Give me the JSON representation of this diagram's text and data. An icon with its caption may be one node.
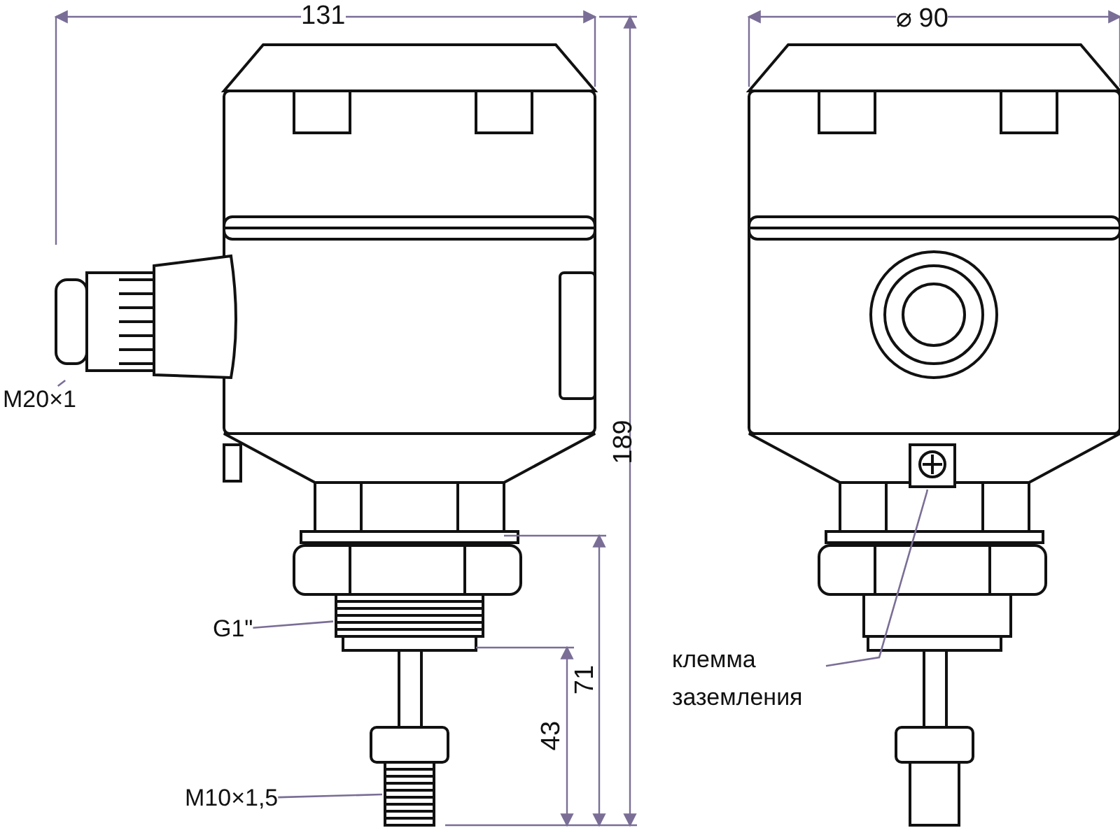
{
  "diagram": {
    "nodes": [
      {
        "text": [
          "M20×1"
        ]
      },
      {
        "text": [],
        "shape": "picture"
      },
      {
        "text": [
          "G1\""
        ]
      },
      {
        "text": [],
        "shape": "picture"
      },
      {
        "text": [
          "M10×1,5"
        ]
      },
      {
        "text": [],
        "shape": "picture"
      },
      {
        "text": [
          "клемма заземления"
        ]
      },
      {
        "text": [],
        "shape": "picture"
      }
    ],
    "edges": [
      {
        "from": 0,
        "to": 1,
        "arrow": "none"
      },
      {
        "from": 2,
        "to": 3,
        "arrow": "none"
      },
      {
        "from": 4,
        "to": 5,
        "arrow": "none"
      },
      {
        "from": 6,
        "to": 7,
        "arrow": "none"
      }
    ],
    "labels": [
      "131",
      "⌀ 90",
      "189",
      "71",
      "43"
    ]
  }
}
